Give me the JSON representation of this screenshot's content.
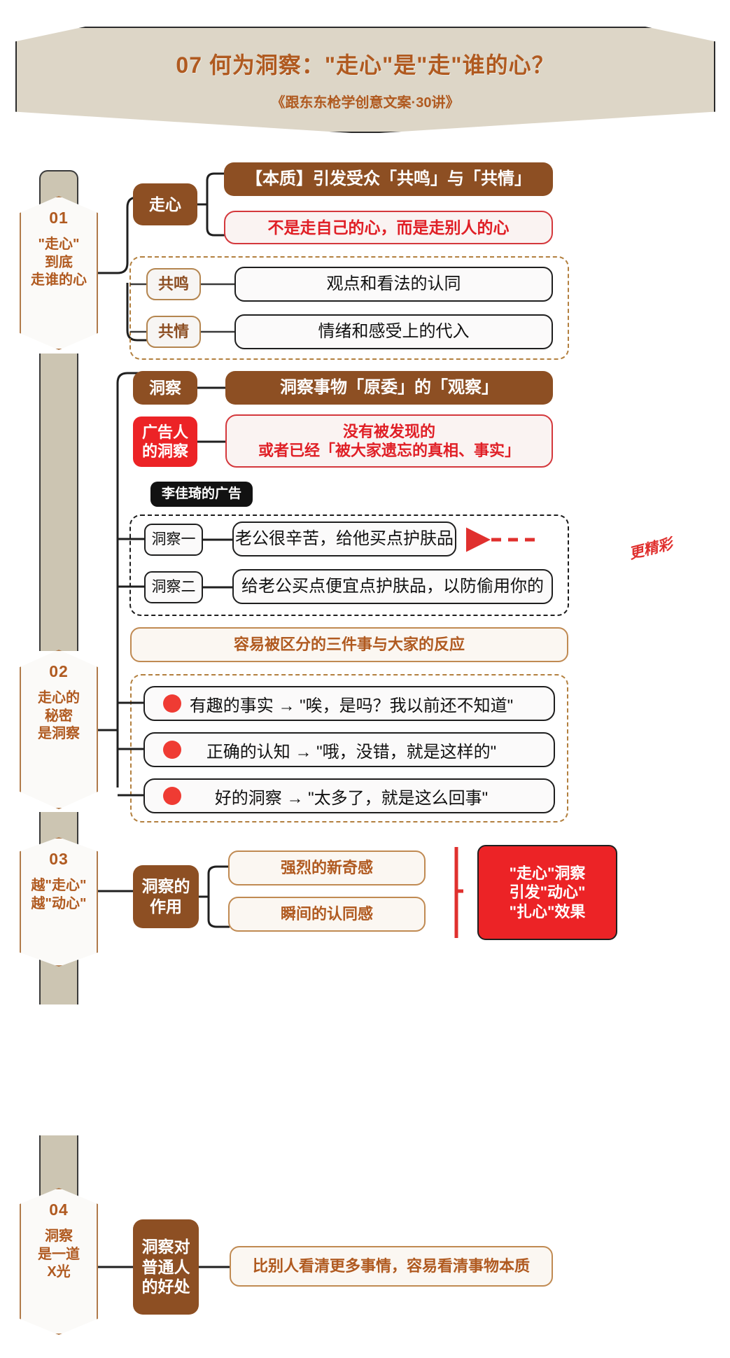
{
  "header": {
    "title": "07 何为洞察：\"走心\"是\"走\"谁的心？",
    "subtitle": "《跟东东枪学创意文案·30讲》"
  },
  "colors": {
    "brand_brown": "#8d4f23",
    "brand_orange": "#b05a20",
    "accent_red": "#ec2326",
    "spine_beige": "#ccc5b2",
    "banner_beige": "#ddd6c7",
    "dash_brown": "#b3803f",
    "bullet_red": "#ef3b33"
  },
  "sections": [
    {
      "number": "01",
      "label": "\"走心\"\n到底\n走谁的心",
      "key_label": "走心",
      "items": {
        "essence": "【本质】引发受众「共鸣」与「共情」",
        "highlight": "不是走自己的心，而是走别人的心",
        "pairs": [
          {
            "tag": "共鸣",
            "text": "观点和看法的认同"
          },
          {
            "tag": "共情",
            "text": "情绪和感受上的代入"
          }
        ]
      }
    },
    {
      "number": "02",
      "label": "走心的\n秘密\n是洞察",
      "def_tag": "洞察",
      "def_text": "洞察事物「原委」的「观察」",
      "ad_tag": "广告人\n的洞察",
      "ad_text": "没有被发现的\n或者已经「被大家遗忘的真相、事实」",
      "case_tab": "李佳琦的广告",
      "cases": [
        {
          "tag": "洞察一",
          "text": "老公很辛苦，给他买点护肤品"
        },
        {
          "tag": "洞察二",
          "text": "给老公买点便宜点护肤品，以防偷用你的"
        }
      ],
      "annotation": "更精彩",
      "three_things_title": "容易被区分的三件事与大家的反应",
      "three_things": [
        "有趣的事实 → \"唉，是吗？我以前还不知道\"",
        "正确的认知 → \"哦，没错，就是这样的\"",
        "好的洞察 → \"太多了，就是这么回事\""
      ]
    },
    {
      "number": "03",
      "label": "越\"走心\"\n越\"动心\"",
      "key_label": "洞察的\n作用",
      "effects": [
        "强烈的新奇感",
        "瞬间的认同感"
      ],
      "result": "\"走心\"洞察\n引发\"动心\"\n\"扎心\"效果"
    },
    {
      "number": "04",
      "label": "洞察\n是一道\nX光",
      "key_label": "洞察对\n普通人\n的好处",
      "benefit": "比别人看清更多事情，容易看清事物本质"
    }
  ]
}
